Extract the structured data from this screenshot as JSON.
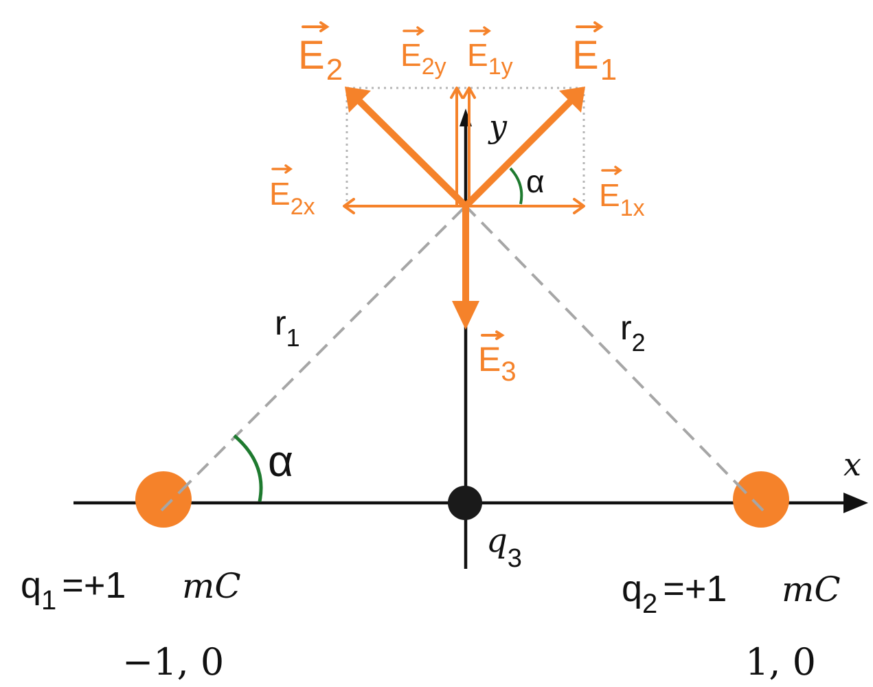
{
  "colors": {
    "vector": "#F5822A",
    "charge_positive": "#F5822A",
    "charge_test": "#1a1a1a",
    "axis": "#111111",
    "distance_line": "#a6a6a6",
    "component_box": "#b5b5b5",
    "angle_arc": "#1e7a2f"
  },
  "vectors": {
    "e1": {
      "base": "E",
      "sub": "1"
    },
    "e2": {
      "base": "E",
      "sub": "2"
    },
    "e1y": {
      "base": "E",
      "sub": "1y"
    },
    "e2y": {
      "base": "E",
      "sub": "2y"
    },
    "e1x": {
      "base": "E",
      "sub": "1x"
    },
    "e2x": {
      "base": "E",
      "sub": "2x"
    },
    "e3": {
      "base": "E",
      "sub": "3"
    }
  },
  "axes": {
    "x_label": "x",
    "y_label": "y"
  },
  "angles": {
    "top": "α",
    "bottom": "α"
  },
  "distances": {
    "r1": {
      "base": "r",
      "sub": "1"
    },
    "r2": {
      "base": "r",
      "sub": "2"
    }
  },
  "charges": {
    "q1": {
      "base": "q",
      "sub": "1",
      "value": "=+1",
      "unit": "mC",
      "coords": "−1, 0"
    },
    "q2": {
      "base": "q",
      "sub": "2",
      "value": "=+1",
      "unit": "mC",
      "coords": "1, 0"
    },
    "q3": {
      "base": "q",
      "sub": "3"
    }
  }
}
